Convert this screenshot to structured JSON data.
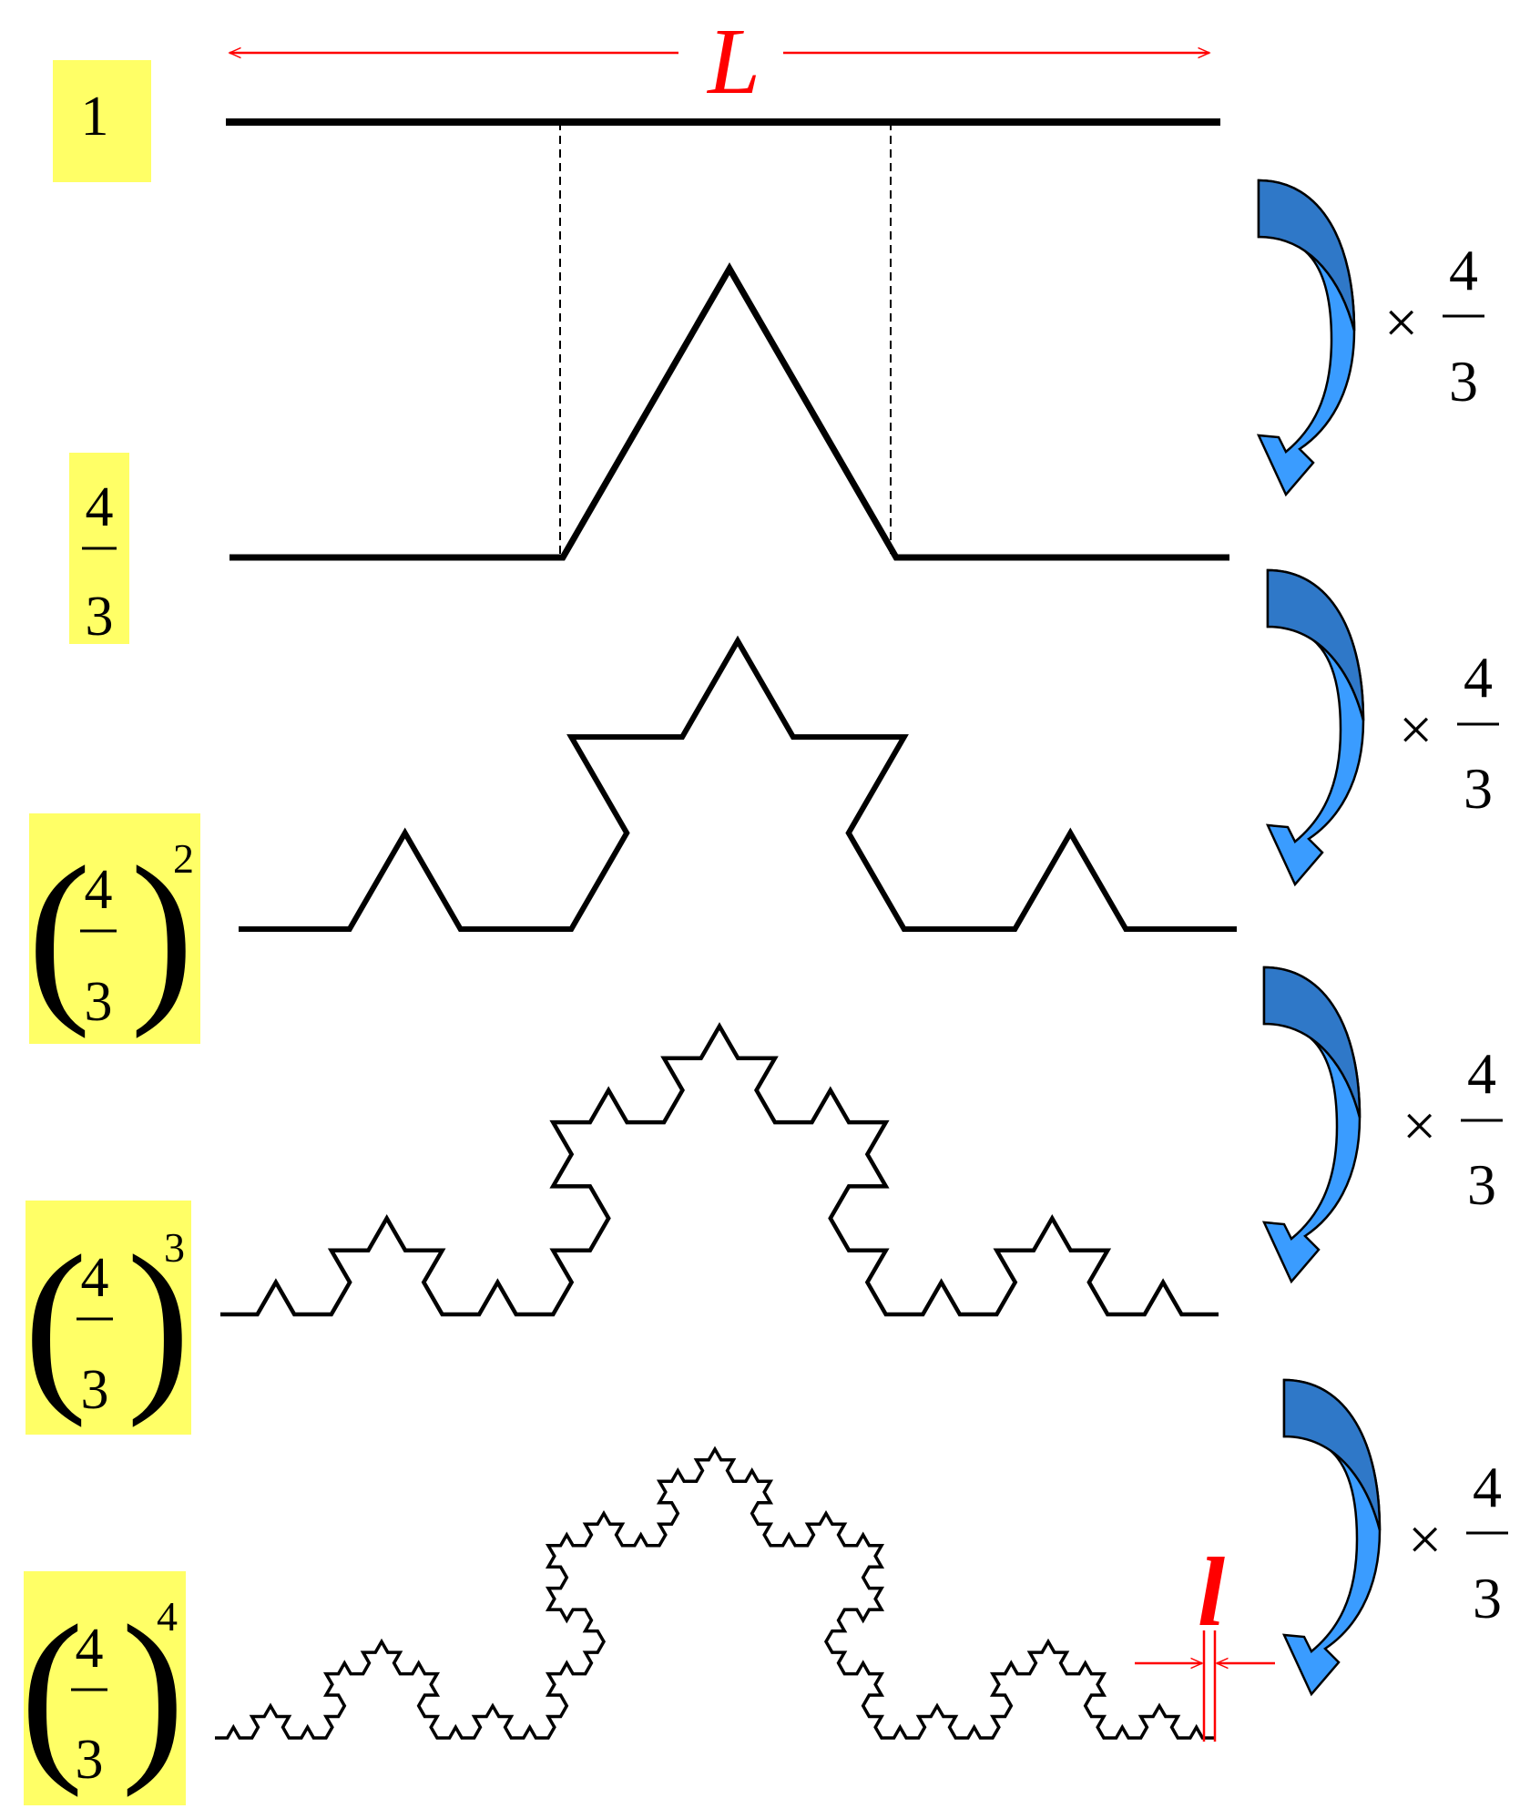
{
  "top_length_label": "L",
  "segment_label": "l",
  "row_labels": [
    {
      "base": "1",
      "exponent": ""
    },
    {
      "numerator": "4",
      "denominator": "3",
      "exponent": ""
    },
    {
      "numerator": "4",
      "denominator": "3",
      "exponent": "2"
    },
    {
      "numerator": "4",
      "denominator": "3",
      "exponent": "3"
    },
    {
      "numerator": "4",
      "denominator": "3",
      "exponent": "4"
    }
  ],
  "multipliers": [
    {
      "sign": "×",
      "numerator": "4",
      "denominator": "3"
    },
    {
      "sign": "×",
      "numerator": "4",
      "denominator": "3"
    },
    {
      "sign": "×",
      "numerator": "4",
      "denominator": "3"
    },
    {
      "sign": "×",
      "numerator": "4",
      "denominator": "3"
    }
  ],
  "colors": {
    "label_highlight": "#ffff66",
    "annotation": "#ff0000",
    "arrow_dark": "#2f78c8",
    "arrow_light": "#3a9cff",
    "curve": "#000000"
  }
}
